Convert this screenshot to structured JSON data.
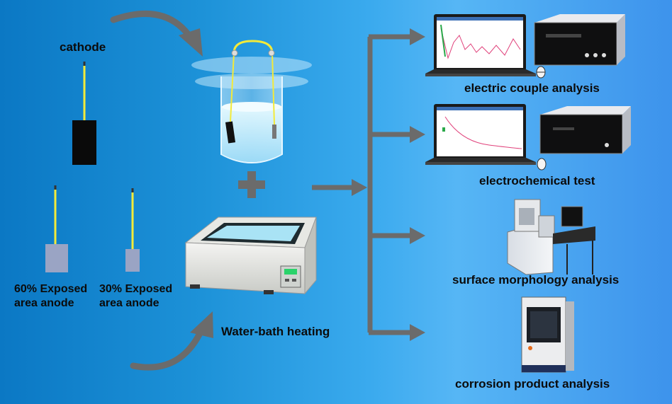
{
  "labels": {
    "cathode": "cathode",
    "anode_60": "60% Exposed area anode",
    "anode_30": "30% Exposed area anode",
    "water_bath": "Water-bath heating",
    "plus": "+"
  },
  "analyses": [
    {
      "label": "electric couple analysis"
    },
    {
      "label": "electrochemical test"
    },
    {
      "label": "surface morphology analysis"
    },
    {
      "label": "corrosion product analysis"
    }
  ],
  "colors": {
    "background_left": "#0b78c4",
    "background_right": "#3d93ec",
    "arrow": "#6b6b6b",
    "wire": "#f3ea3a",
    "cathode": "#0a0a0a",
    "anode": "#9aa4c4"
  }
}
